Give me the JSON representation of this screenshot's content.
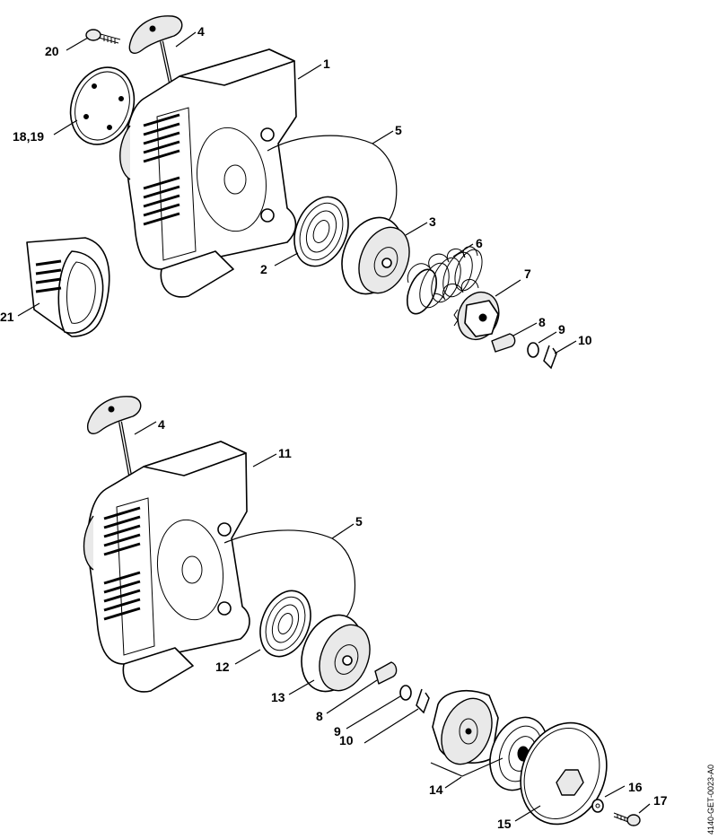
{
  "drawing_ref": "4140-GET-0023-A0",
  "assemblies": [
    {
      "id": "top",
      "callouts": [
        {
          "part": "handle",
          "label": "4"
        },
        {
          "part": "fan-housing",
          "label": "1"
        },
        {
          "part": "screw",
          "label": "20"
        },
        {
          "part": "cover-plate",
          "label": "18,19"
        },
        {
          "part": "rope",
          "label": "5"
        },
        {
          "part": "rope-rotor",
          "label": "3"
        },
        {
          "part": "rewind-spring",
          "label": "2"
        },
        {
          "part": "compression-spring",
          "label": "6"
        },
        {
          "part": "pawl-carrier",
          "label": "7"
        },
        {
          "part": "pawl",
          "label": "8"
        },
        {
          "part": "washer",
          "label": "9"
        },
        {
          "part": "spring-clip",
          "label": "10"
        },
        {
          "part": "air-filter",
          "label": "21"
        }
      ]
    },
    {
      "id": "bottom",
      "callouts": [
        {
          "part": "handle",
          "label": "4"
        },
        {
          "part": "fan-housing",
          "label": "11"
        },
        {
          "part": "rope",
          "label": "5"
        },
        {
          "part": "rewind-spring",
          "label": "12"
        },
        {
          "part": "rope-rotor",
          "label": "13"
        },
        {
          "part": "pawl",
          "label": "8"
        },
        {
          "part": "washer",
          "label": "9"
        },
        {
          "part": "spring-clip",
          "label": "10"
        },
        {
          "part": "elastostart-assembly",
          "label": "14"
        },
        {
          "part": "driver-disc",
          "label": "15"
        },
        {
          "part": "washer-small",
          "label": "16"
        },
        {
          "part": "screw-small",
          "label": "17"
        }
      ]
    }
  ]
}
